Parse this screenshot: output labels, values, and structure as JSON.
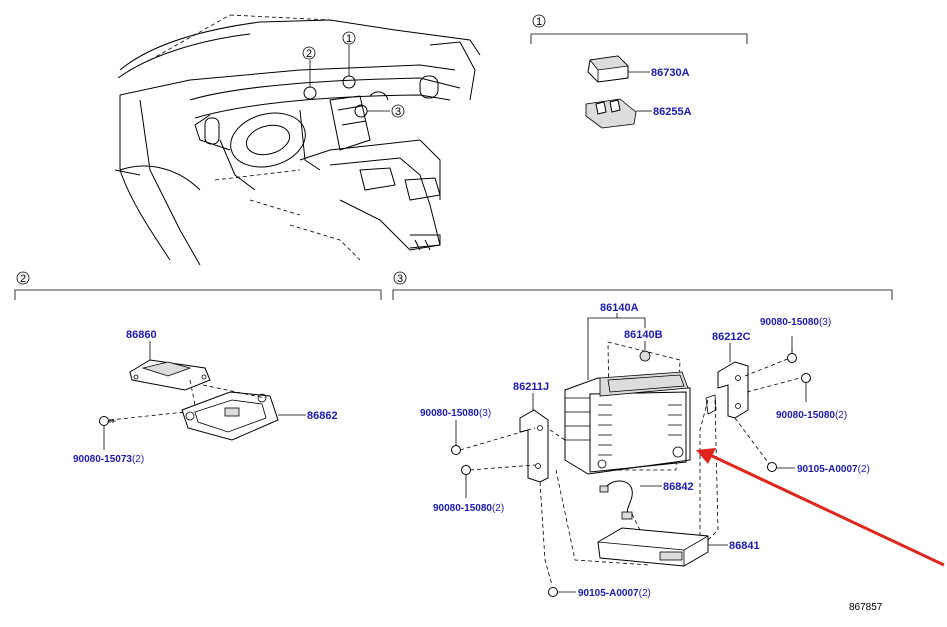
{
  "sections": [
    {
      "num": "1",
      "parts": [
        "86730A",
        "86255A"
      ]
    },
    {
      "num": "2",
      "parts": [
        "86860",
        "86862"
      ],
      "bolts": [
        {
          "part": "90080-15073",
          "qty": "(2)"
        }
      ]
    },
    {
      "num": "3",
      "parts": [
        "86140A",
        "86140B",
        "86212C",
        "86211J",
        "86842",
        "86841"
      ],
      "bolts": [
        {
          "part": "90080-15080",
          "qty": "(3)"
        },
        {
          "part": "90080-15080",
          "qty": "(2)"
        },
        {
          "part": "90080-15080",
          "qty": "(3)"
        },
        {
          "part": "90080-15080",
          "qty": "(2)"
        },
        {
          "part": "90105-A0007",
          "qty": "(2)"
        },
        {
          "part": "90105-A0007",
          "qty": "(2)"
        }
      ]
    }
  ],
  "callouts": [
    "1",
    "2",
    "3"
  ],
  "reference_number": "867857",
  "arrow_color": "#e0261c",
  "label_color": "#1a1ab4"
}
